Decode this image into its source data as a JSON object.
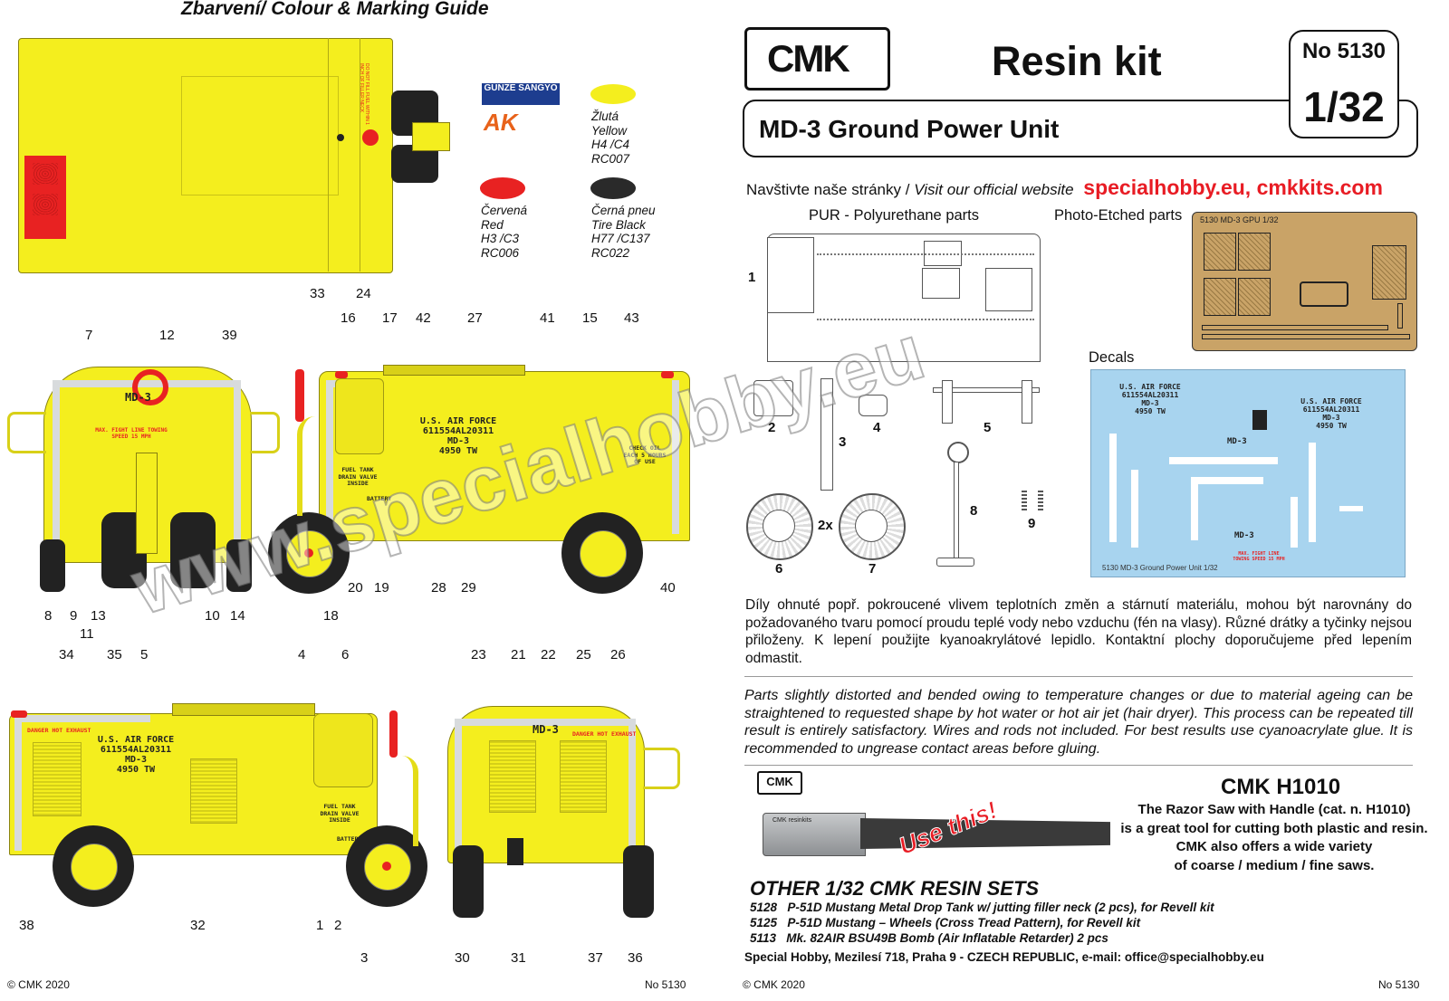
{
  "left": {
    "heading": "Zbarvení/ Colour & Marking Guide",
    "brands": {
      "gunze": "GUNZE SANGYO",
      "ak": "AK"
    },
    "paints": [
      {
        "cz": "Žlutá",
        "en": "Yellow",
        "code1": "H4 /C4",
        "code2": "RC007",
        "color": "#f4ee1e"
      },
      {
        "cz": "Červená",
        "en": "Red",
        "code1": "H3 /C3",
        "code2": "RC006",
        "color": "#e82222"
      },
      {
        "cz": "Černá pneu",
        "en": "Tire Black",
        "code1": "H77 /C137",
        "code2": "RC022",
        "color": "#2a2a2a"
      }
    ],
    "top_callouts": [
      "33",
      "24"
    ],
    "mid_callouts_top": [
      "7",
      "12",
      "39",
      "16",
      "17",
      "42",
      "27",
      "41",
      "15",
      "43"
    ],
    "mid_callouts_bottom": [
      "8",
      "9",
      "11",
      "13",
      "10",
      "14",
      "18",
      "20",
      "19",
      "28",
      "29",
      "40"
    ],
    "bot_callouts_top": [
      "34",
      "35",
      "5",
      "4",
      "6",
      "23",
      "21",
      "22",
      "25",
      "26"
    ],
    "bot_callouts_bottom": [
      "38",
      "32",
      "1",
      "2",
      "3",
      "30",
      "31",
      "37",
      "36"
    ],
    "stencils": {
      "usaf": "U.S. AIR FORCE",
      "serial": "611554AL20311",
      "model": "MD-3",
      "unit": "4950 TW",
      "fuel": "FUEL TANK DRAIN VALVE INSIDE",
      "battery": "BATTERY",
      "check_oil": "CHECK OIL EACH 5 HOURS OF USE",
      "danger": "DANGER HOT EXHAUST",
      "towing": "MAX. FIGHT LINE TOWING SPEED 15 MPH",
      "fill": "DO NOT FILL FUEL WITHIN 1 INCH OF FILLER NECK"
    },
    "footer_left": "© CMK 2020",
    "footer_right": "No 5130"
  },
  "right": {
    "logo": "CMK",
    "title": "Resin kit",
    "kit_no": "No 5130",
    "scale": "1/32",
    "subtitle": "MD-3 Ground Power Unit",
    "visit_text": "Navštivte naše stránky / ",
    "visit_en": "Visit our official website",
    "website": "specialhobby.eu, cmkkits.com",
    "pur_label": "PUR - Polyurethane parts",
    "pe_label": "Photo-Etched parts",
    "pe_sheet_label": "5130 MD-3 GPU   1/32",
    "decals_label": "Decals",
    "decal_sheet_label": "5130 MD-3 Ground Power Unit 1/32",
    "watermark": "www.specialhobby.eu",
    "parts": [
      "1",
      "2",
      "3",
      "4",
      "5",
      "6",
      "2x",
      "7",
      "8",
      "9"
    ],
    "cz_text": "Díly ohnuté popř. pokroucené vlivem teplotních změn a stárnutí materiálu, mohou být narovnány do požadovaného tvaru pomocí proudu teplé vody nebo vzduchu (fén na vlasy). Různé drátky a tyčinky nejsou přiloženy. K lepení použijte kyanoakrylátové lepidlo. Kontaktní plochy doporučujeme před lepením odmastit.",
    "en_text": "Parts slightly distorted and bended owing to temperature changes or due to material ageing can be straightened to requested shape by hot water or hot  air jet (hair dryer). This process can be repeated till result is entirely satisfactory. Wires and rods not included. For best results use cyanoacrylate glue. It is recommended to ungrease contact areas before gluing.",
    "saw_title": "CMK H1010",
    "saw_lines": [
      "The Razor Saw with Handle (cat. n. H1010)",
      "is a great tool for cutting both plastic and resin.",
      "CMK also offers a wide variety",
      "of coarse / medium / fine saws."
    ],
    "saw_use": "Use this!",
    "saw_blade_text": "CMK resinkits",
    "other_title": "OTHER 1/32 CMK RESIN SETS",
    "other_sets": [
      {
        "no": "5128",
        "text": "P-51D Mustang Metal Drop Tank w/ jutting filler neck (2 pcs), for Revell kit"
      },
      {
        "no": "5125",
        "text": "P-51D Mustang – Wheels (Cross Tread Pattern), for Revell kit"
      },
      {
        "no": "5113",
        "text": "Mk. 82AIR BSU49B Bomb (Air Inflatable Retarder) 2 pcs"
      }
    ],
    "address": "Special Hobby,  Mezilesí  718, Praha 9 -  CZECH REPUBLIC, e-mail: office@specialhobby.eu",
    "footer_left": "© CMK 2020",
    "footer_right": "No 5130"
  }
}
